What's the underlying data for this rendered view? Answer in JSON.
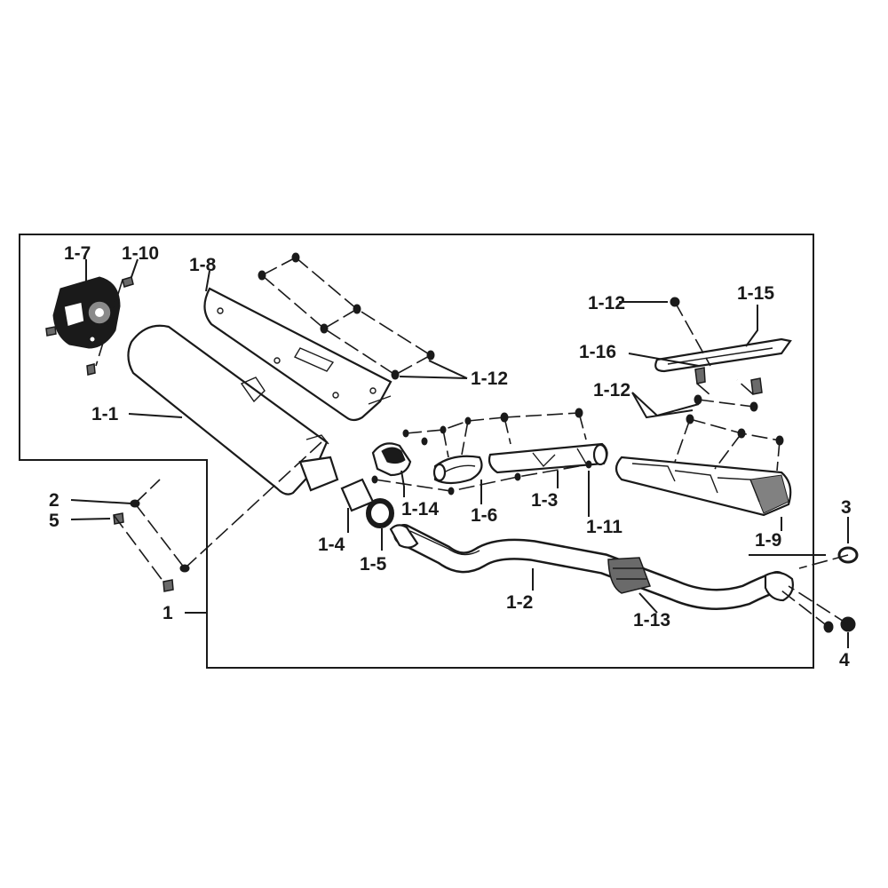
{
  "labels": {
    "l1_7": "1-7",
    "l1_10": "1-10",
    "l1_8": "1-8",
    "l1_12a": "1-12",
    "l1_12b": "1-12",
    "l1_12c": "1-12",
    "l1_15": "1-15",
    "l1_16": "1-16",
    "l1_1": "1-1",
    "l1_14": "1-14",
    "l1_6": "1-6",
    "l1_3": "1-3",
    "l1_11": "1-11",
    "l1_9": "1-9",
    "l1_4": "1-4",
    "l1_5": "1-5",
    "l1_2": "1-2",
    "l1_13": "1-13",
    "l2": "2",
    "l5": "5",
    "l1": "1",
    "l3": "3",
    "l4": "4"
  }
}
